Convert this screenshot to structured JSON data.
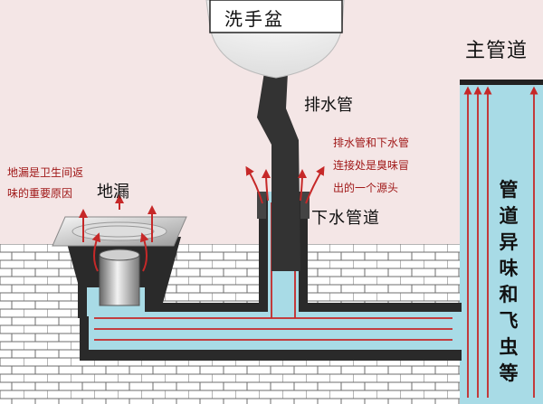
{
  "labels": {
    "sink": "洗手盆",
    "main_pipe": "主管道",
    "drain_pipe": "排水管",
    "down_pipe": "下水管道",
    "floor_drain": "地漏",
    "annotation_joint_1": "排水管和下水管",
    "annotation_joint_2": "连接处是臭味冒",
    "annotation_joint_3": "出的一个源头",
    "annotation_floor_1": "地漏是卫生间返",
    "annotation_floor_2": "味的重要原因",
    "vertical_text": "管道异味和飞虫等"
  },
  "colors": {
    "background": "#f4e6e6",
    "brick_mortar": "#ffffff",
    "brick_line": "#6e6e6e",
    "pipe_dark": "#2a2a2a",
    "pipe_red_line": "#c62828",
    "water": "#a8dbe6",
    "arrow_red": "#c62828",
    "text_red": "#a01818"
  }
}
